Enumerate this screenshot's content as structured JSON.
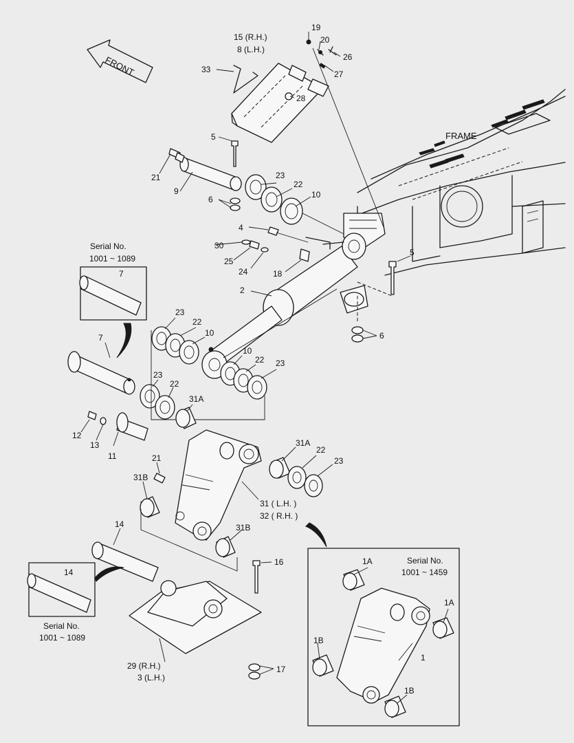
{
  "diagram": {
    "direction_label": "FRONT",
    "frame_label": "FRAME",
    "serial_boxes": [
      {
        "id": "serial-box-pin7",
        "title": "Serial No.",
        "range": "1001 ~ 1089",
        "part": "7"
      },
      {
        "id": "serial-box-pin14",
        "title": "Serial No.",
        "range": "1001 ~ 1089",
        "part": "14"
      },
      {
        "id": "serial-box-link1",
        "title": "Serial No.",
        "range": "1001 ~ 1459"
      }
    ],
    "callouts": {
      "c19": "19",
      "c20": "20",
      "c26": "26",
      "c27": "27",
      "c15": "15 (R.H.)",
      "c8": "8 (L.H.)",
      "c33": "33",
      "c28": "28",
      "c5a": "5",
      "c21a": "21",
      "c9": "9",
      "c23a": "23",
      "c22a": "22",
      "c10a": "10",
      "c6a": "6",
      "c4": "4",
      "c30": "30",
      "c25": "25",
      "c24": "24",
      "c18": "18",
      "c2": "2",
      "c5b": "5",
      "c6b": "6",
      "c23b": "23",
      "c22b": "22",
      "c10b": "10",
      "c10c": "10",
      "c22c": "22",
      "c23c": "23",
      "c7": "7",
      "c23d": "23",
      "c22d": "22",
      "c31Aa": "31A",
      "c12": "12",
      "c13": "13",
      "c11": "11",
      "c31Ab": "31A",
      "c22e": "22",
      "c23e": "23",
      "c21b": "21",
      "c31Ba": "31B",
      "c31": "31 ( L.H. )",
      "c32": "32 ( R.H. )",
      "c14": "14",
      "c31Bb": "31B",
      "c16": "16",
      "c29": "29 (R.H.)",
      "c3": "3 (L.H.)",
      "c17": "17",
      "c1A_a": "1A",
      "c1A_b": "1A",
      "c1B_a": "1B",
      "c1B_b": "1B",
      "c1": "1"
    }
  }
}
